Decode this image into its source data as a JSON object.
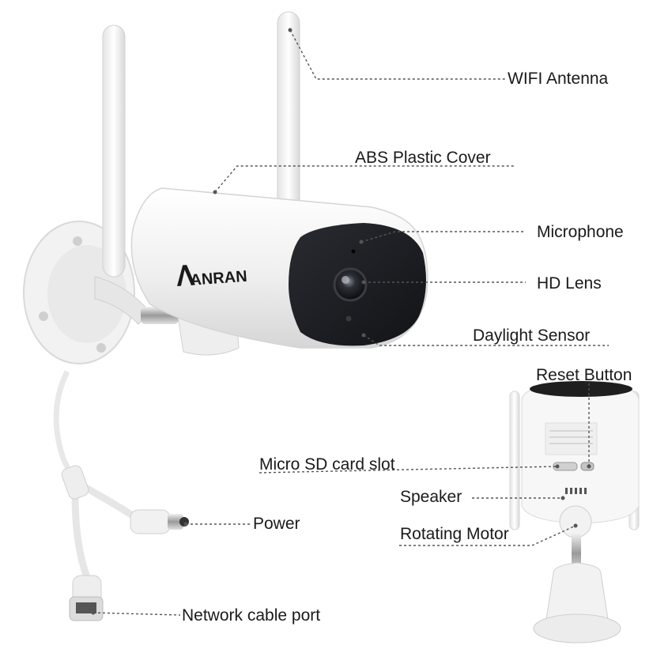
{
  "brand": {
    "logo_text": "ANRAN"
  },
  "callouts": {
    "wifi_antenna": "WIFI Antenna",
    "abs_plastic_cover": "ABS Plastic Cover",
    "microphone": "Microphone",
    "hd_lens": "HD Lens",
    "daylight_sensor": "Daylight Sensor",
    "reset_button": "Reset Button",
    "micro_sd_card_slot": "Micro SD card slot",
    "speaker": "Speaker",
    "power": "Power",
    "rotating_motor": "Rotating Motor",
    "network_cable_port": "Network cable port"
  },
  "colors": {
    "housing": "#f4f4f4",
    "lens_face": "#1c1d22",
    "leader_line": "#555555",
    "label_text": "#1a1a1a"
  }
}
